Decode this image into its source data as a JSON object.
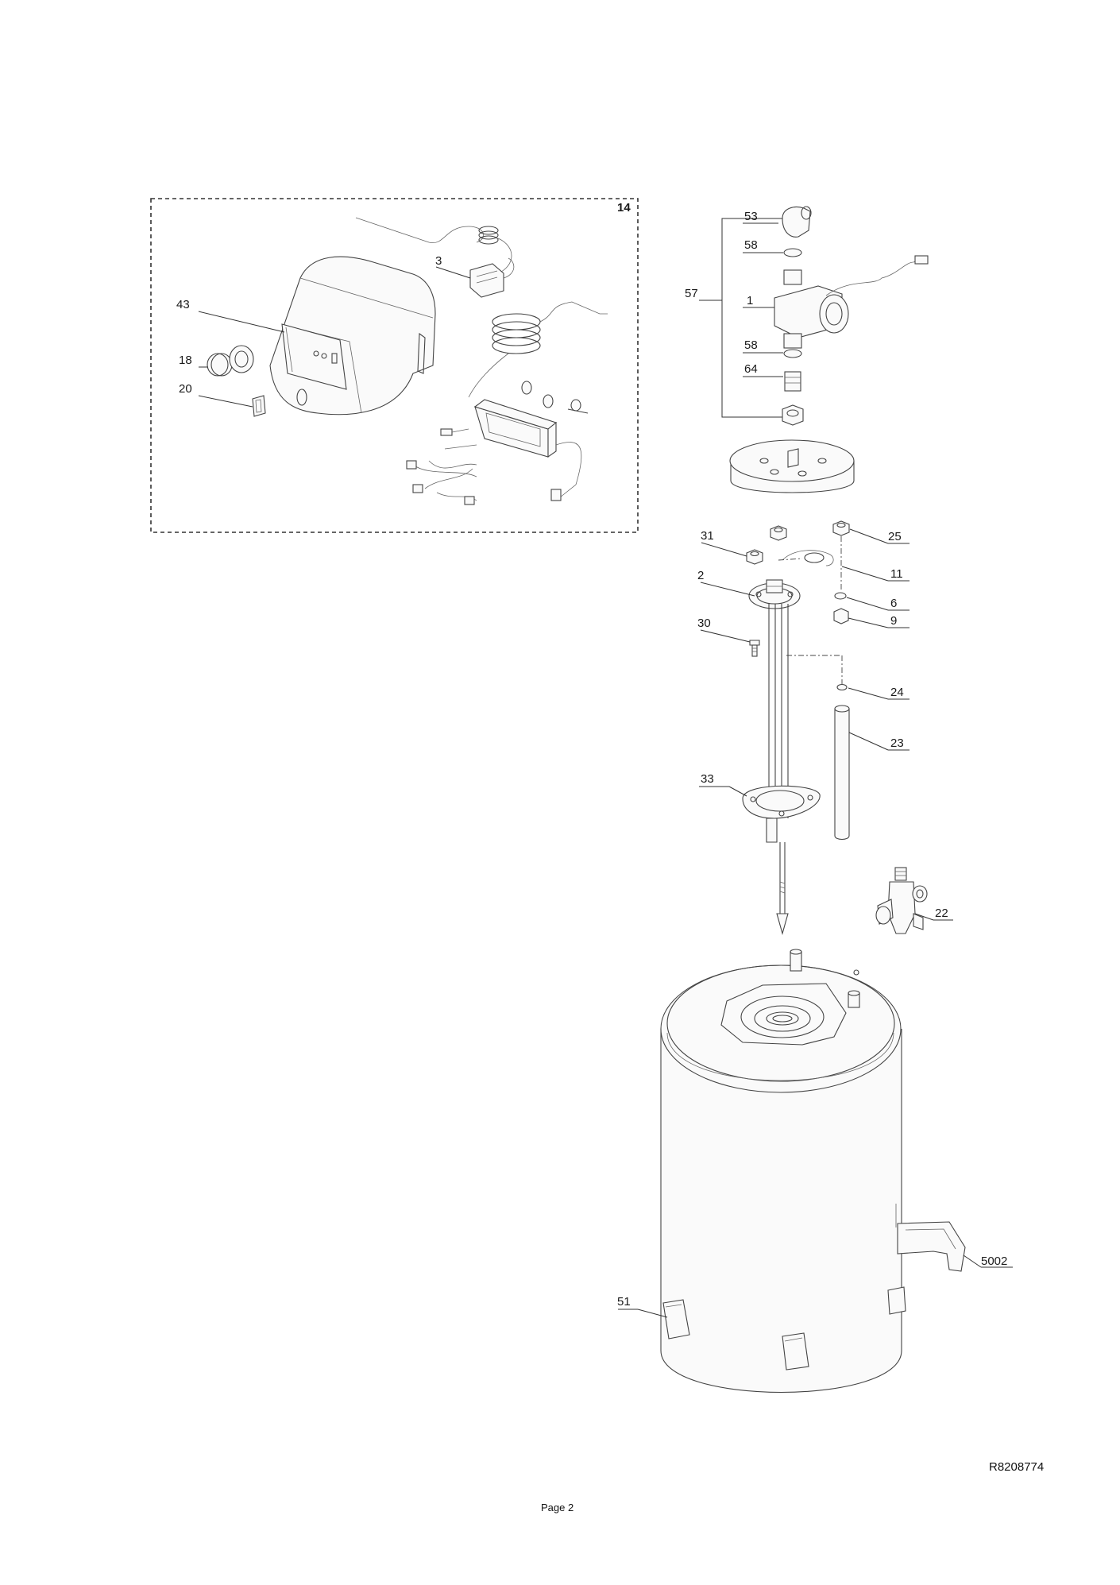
{
  "callouts": {
    "group_14": "14",
    "p3": "3",
    "p43": "43",
    "p18": "18",
    "p20": "20",
    "p53": "53",
    "p58a": "58",
    "p57": "57",
    "p1": "1",
    "p58b": "58",
    "p64": "64",
    "p31": "31",
    "p25": "25",
    "p11": "11",
    "p2": "2",
    "p6": "6",
    "p9": "9",
    "p30": "30",
    "p24": "24",
    "p23": "23",
    "p33": "33",
    "p22": "22",
    "p5002": "5002",
    "p51": "51"
  },
  "footer": {
    "reference_code": "R8208774",
    "page_label": "Page 2"
  }
}
